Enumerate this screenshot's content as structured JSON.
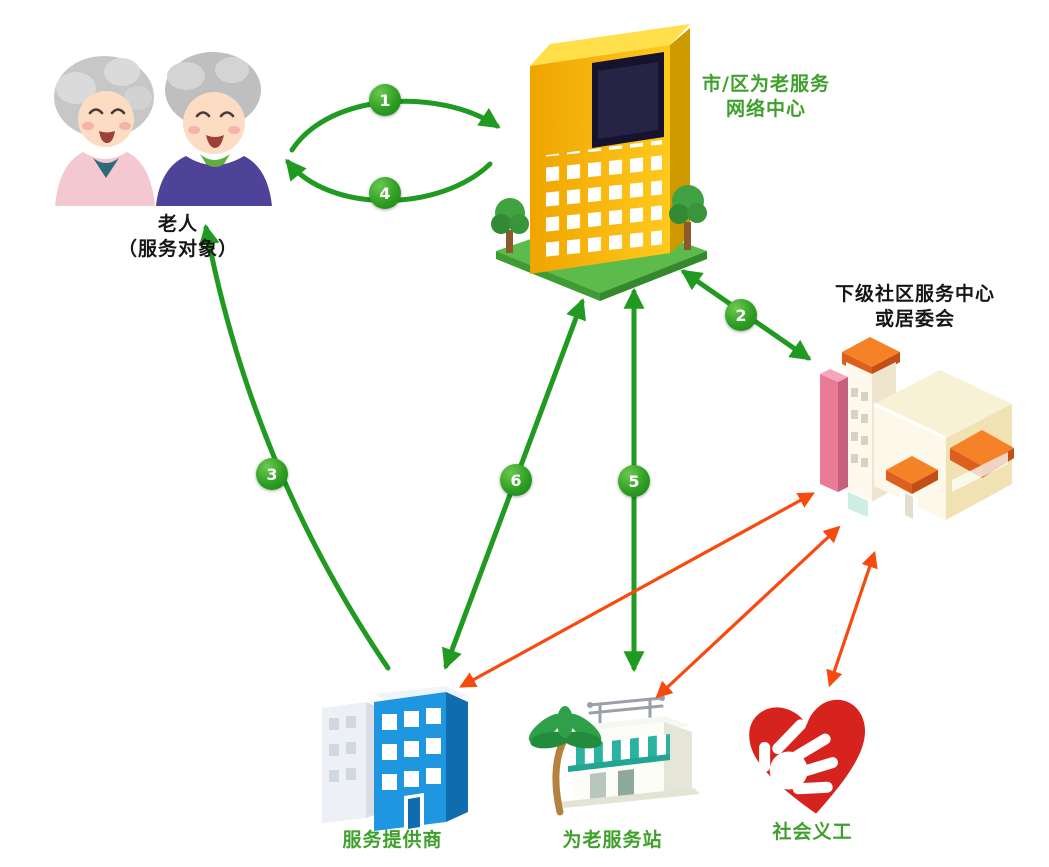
{
  "diagram": {
    "type": "flow-diagram",
    "background": "#ffffff",
    "colors": {
      "arrow_green": "#219a21",
      "arrow_orange": "#f8490f",
      "badge_green": "#2f9e23",
      "label_green": "#3fa02c",
      "label_dark": "#161616",
      "network_building_yellow": "#ffc91e",
      "provider_building_blue": "#1e96e0",
      "volunteer_heart_red": "#d7231d"
    },
    "nodes": {
      "elderly": {
        "line1": "老人",
        "line2": "（服务对象）"
      },
      "network_center": {
        "line1": "市/区为老服务",
        "line2": "网络中心"
      },
      "community_center": {
        "line1": "下级社区服务中心",
        "line2": "或居委会"
      },
      "service_provider": {
        "label": "服务提供商"
      },
      "service_station": {
        "label": "为老服务站"
      },
      "volunteers": {
        "label": "社会义工"
      }
    },
    "flow_badges": {
      "step1": "1",
      "step2": "2",
      "step3": "3",
      "step4": "4",
      "step5": "5",
      "step6": "6"
    },
    "connections": [
      {
        "step": "1",
        "from": "elderly",
        "to": "network_center",
        "color": "green",
        "style": "curved-single-head"
      },
      {
        "step": "2",
        "from": "network_center",
        "to": "community_center",
        "color": "green",
        "style": "double-head"
      },
      {
        "step": "3",
        "from": "service_provider",
        "to": "elderly",
        "color": "green",
        "style": "single-head"
      },
      {
        "step": "4",
        "from": "network_center",
        "to": "elderly",
        "color": "green",
        "style": "curved-single-head"
      },
      {
        "step": "5",
        "from": "network_center",
        "to": "service_station",
        "color": "green",
        "style": "double-head"
      },
      {
        "step": "6",
        "from": "network_center",
        "to": "service_provider",
        "color": "green",
        "style": "double-head"
      },
      {
        "step": "",
        "from": "community_center",
        "to": "service_provider",
        "color": "orange",
        "style": "double-head"
      },
      {
        "step": "",
        "from": "community_center",
        "to": "service_station",
        "color": "orange",
        "style": "double-head"
      },
      {
        "step": "",
        "from": "community_center",
        "to": "volunteers",
        "color": "orange",
        "style": "double-head"
      }
    ]
  }
}
